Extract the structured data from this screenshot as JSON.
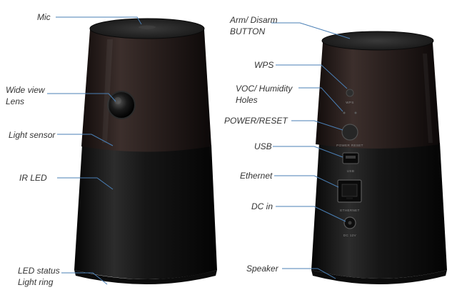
{
  "callouts": {
    "mic": "Mic",
    "wide_view_lens": [
      "Wide view",
      "Lens"
    ],
    "light_sensor": "Light sensor",
    "ir_led": "IR LED",
    "led_status": [
      "LED status",
      "Light ring"
    ],
    "arm_disarm": [
      "Arm/ Disarm",
      "BUTTON"
    ],
    "wps": "WPS",
    "voc_humidity": [
      "VOC/ Humidity",
      "Holes"
    ],
    "power_reset": "POWER/RESET",
    "usb": "USB",
    "ethernet": "Ethernet",
    "dc_in": "DC in",
    "speaker": "Speaker"
  },
  "port_labels": {
    "wps": "WPS",
    "power_reset": "POWER RESET",
    "usb": "USB",
    "ethernet": "ETHERNET",
    "dc": "DC 12V"
  },
  "colors": {
    "leader_line": "#4a7fb5",
    "device_body": "#1a1a1a",
    "device_top": "#2b2221",
    "label_text": "#333333"
  }
}
